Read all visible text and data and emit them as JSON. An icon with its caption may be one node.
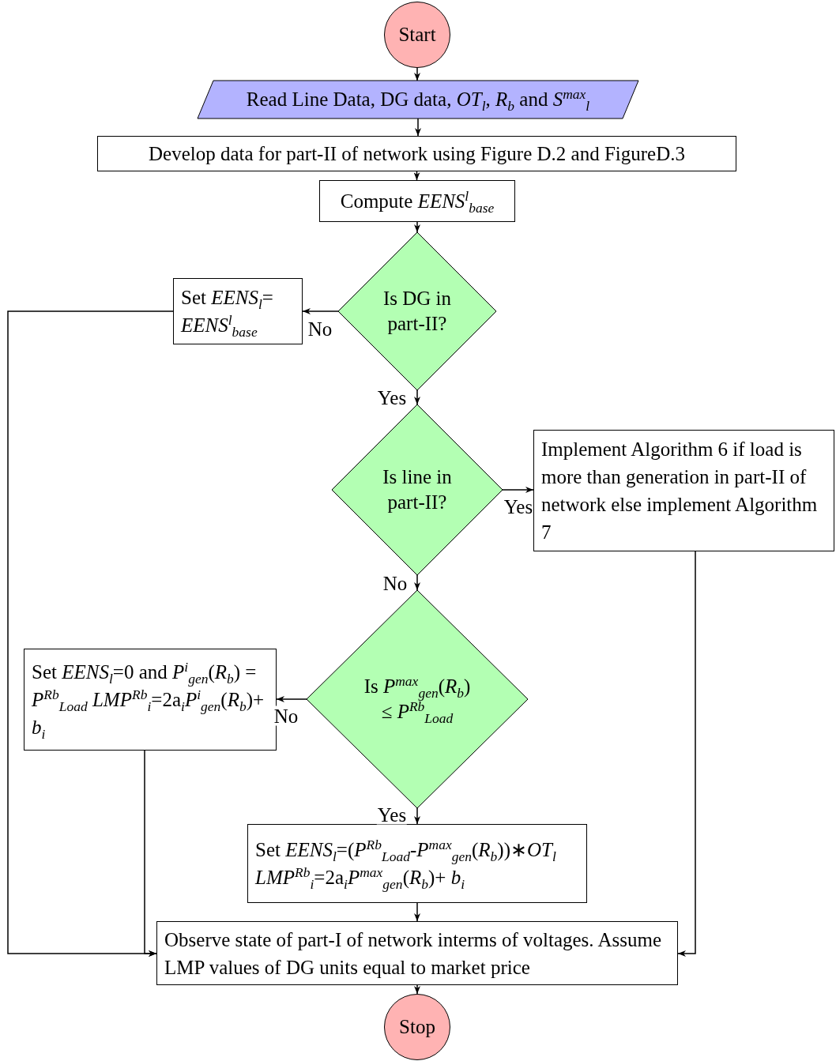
{
  "diagram": {
    "nodes": [
      {
        "text": [
          "Start"
        ]
      },
      {
        "text": [
          "Read Line Data, DG data, *OT*$_{l}$, *R*$_{b}$ and *S*$^{max}$$_{l}$"
        ]
      },
      {
        "text": [
          "Develop data for part-II of network using Figure D.2 and FigureD.3"
        ]
      },
      {
        "text": [
          "Compute *EENS*$^{l}$$_{base}$"
        ]
      },
      {
        "text": [
          "Is DG in part-II?"
        ]
      },
      {
        "text": [
          "Set *EENS*$_{l}$= *EENS*$^{l}$$_{base}$"
        ]
      },
      {
        "text": [
          "Is line in part-II?"
        ]
      },
      {
        "text": [
          "Implement Algorithm 6 if load is more than generation in part-II of network else implement Algorithm 7"
        ]
      },
      {
        "text": [
          "Is *P*$^{max}$$_{gen}$(*R*$_{b}$) ≤ *P*$^{Rb}$$_{Load}$"
        ]
      },
      {
        "text": [
          "Set *EENS*$_{l}$=0 and *P*$^{i}$$_{gen}$(*R*$_{b}$) = *P*$^{Rb}$$_{Load}$ *LMP*$^{Rb}$$_{i}$=2a$_{i}$*P*$^{i}$$_{gen}$(*R*$_{b}$)+ *b*$_{i}$"
        ]
      },
      {
        "text": [
          "Set *EENS*$_{l}$=(*P*$^{Rb}$$_{Load}$-*P*$^{max}$$_{gen}$(*R*$_{b}$))∗*OT*$_{l}$ *LMP*$^{Rb}$$_{i}$=2a$_{i}$*P*$^{max}$$_{gen}$(*R*$_{b}$)+ *b*$_{i}$"
        ]
      },
      {
        "text": [
          "Observe state of part-I of network interms of voltages. Assume LMP values of DG units equal to market price"
        ]
      },
      {
        "text": [
          "Stop"
        ]
      }
    ],
    "edges": [
      {
        "from": 0,
        "to": 1,
        "arrow": "to"
      },
      {
        "from": 1,
        "to": 2,
        "arrow": "to"
      },
      {
        "from": 2,
        "to": 3,
        "arrow": "to"
      },
      {
        "from": 3,
        "to": 4,
        "arrow": "to"
      },
      {
        "from": 4,
        "to": 5,
        "arrow": "to",
        "label": "No"
      },
      {
        "from": 4,
        "to": 6,
        "arrow": "to",
        "label": "Yes"
      },
      {
        "from": 6,
        "to": 7,
        "arrow": "to",
        "label": "Yes"
      },
      {
        "from": 6,
        "to": 8,
        "arrow": "to",
        "label": "No"
      },
      {
        "from": 8,
        "to": 9,
        "arrow": "to",
        "label": "No"
      },
      {
        "from": 8,
        "to": 10,
        "arrow": "to",
        "label": "Yes"
      },
      {
        "from": 10,
        "to": 11,
        "arrow": "to"
      },
      {
        "from": 5,
        "to": 11,
        "arrow": "to"
      },
      {
        "from": 9,
        "to": 11,
        "arrow": "to"
      },
      {
        "from": 7,
        "to": 11,
        "arrow": "to"
      },
      {
        "from": 11,
        "to": 12,
        "arrow": "to"
      }
    ]
  }
}
